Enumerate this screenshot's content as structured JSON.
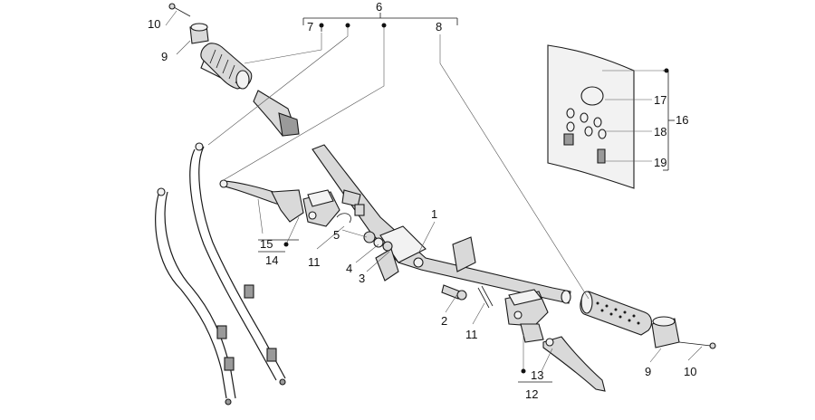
{
  "callouts": {
    "c1": "1",
    "c2": "2",
    "c3": "3",
    "c4": "4",
    "c5": "5",
    "c6": "6",
    "c7": "7",
    "c8": "8",
    "c9a": "9",
    "c9b": "9",
    "c10a": "10",
    "c10b": "10",
    "c11a": "11",
    "c11b": "11",
    "c12": "12",
    "c13": "13",
    "c14": "14",
    "c15": "15",
    "c16": "16",
    "c17": "17",
    "c18": "18",
    "c19": "19"
  },
  "colors": {
    "line": "#1a1a1a",
    "part_fill": "#d9d9d9",
    "part_dark": "#9a9a9a"
  }
}
